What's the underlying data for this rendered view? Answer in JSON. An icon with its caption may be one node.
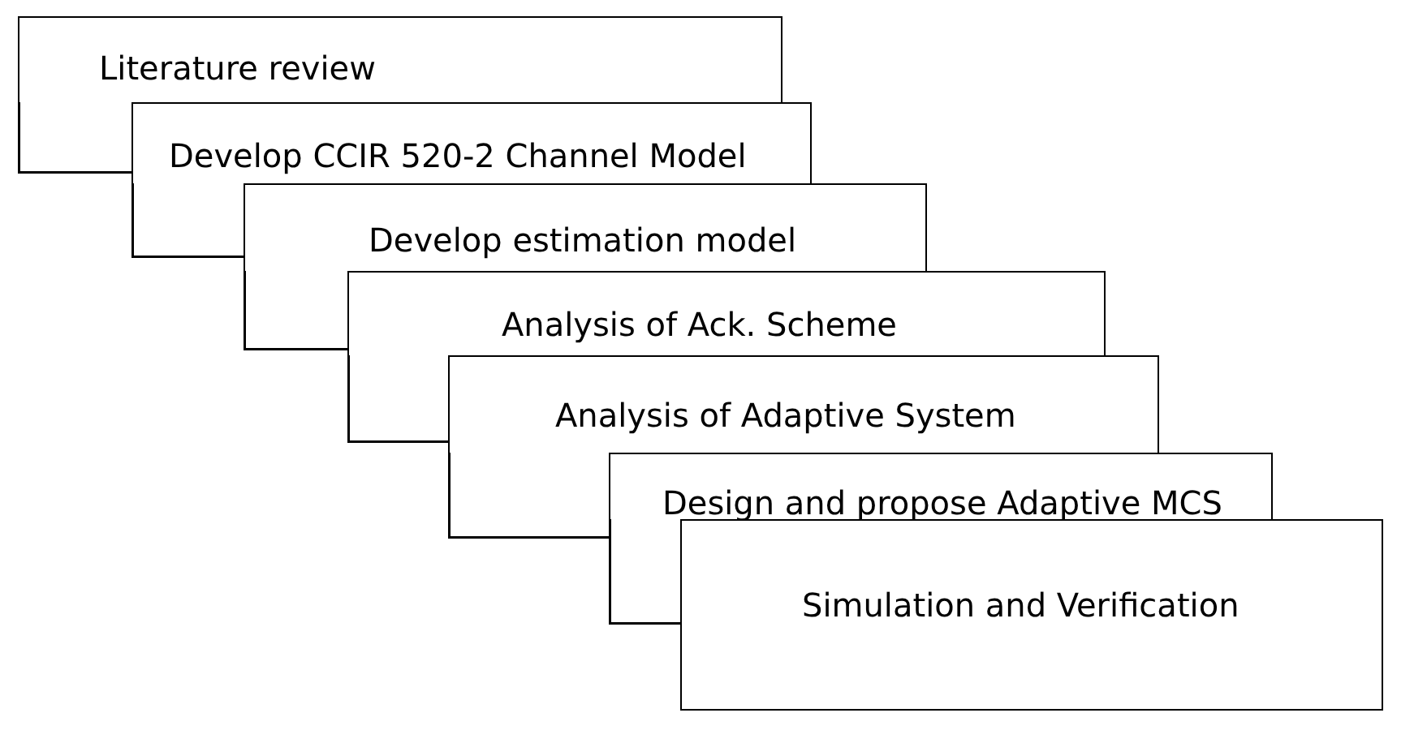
{
  "diagram": {
    "nodes": [
      {
        "text": [
          "Literature review"
        ]
      },
      {
        "text": [
          "Develop CCIR 520-2 Channel Model"
        ]
      },
      {
        "text": [
          "Develop estimation model"
        ]
      },
      {
        "text": [
          "Analysis of Ack. Scheme"
        ]
      },
      {
        "text": [
          "Analysis of Adaptive System"
        ]
      },
      {
        "text": [
          "Design and propose Adaptive MCS"
        ]
      },
      {
        "text": [
          "Simulation and Verification"
        ]
      }
    ]
  }
}
